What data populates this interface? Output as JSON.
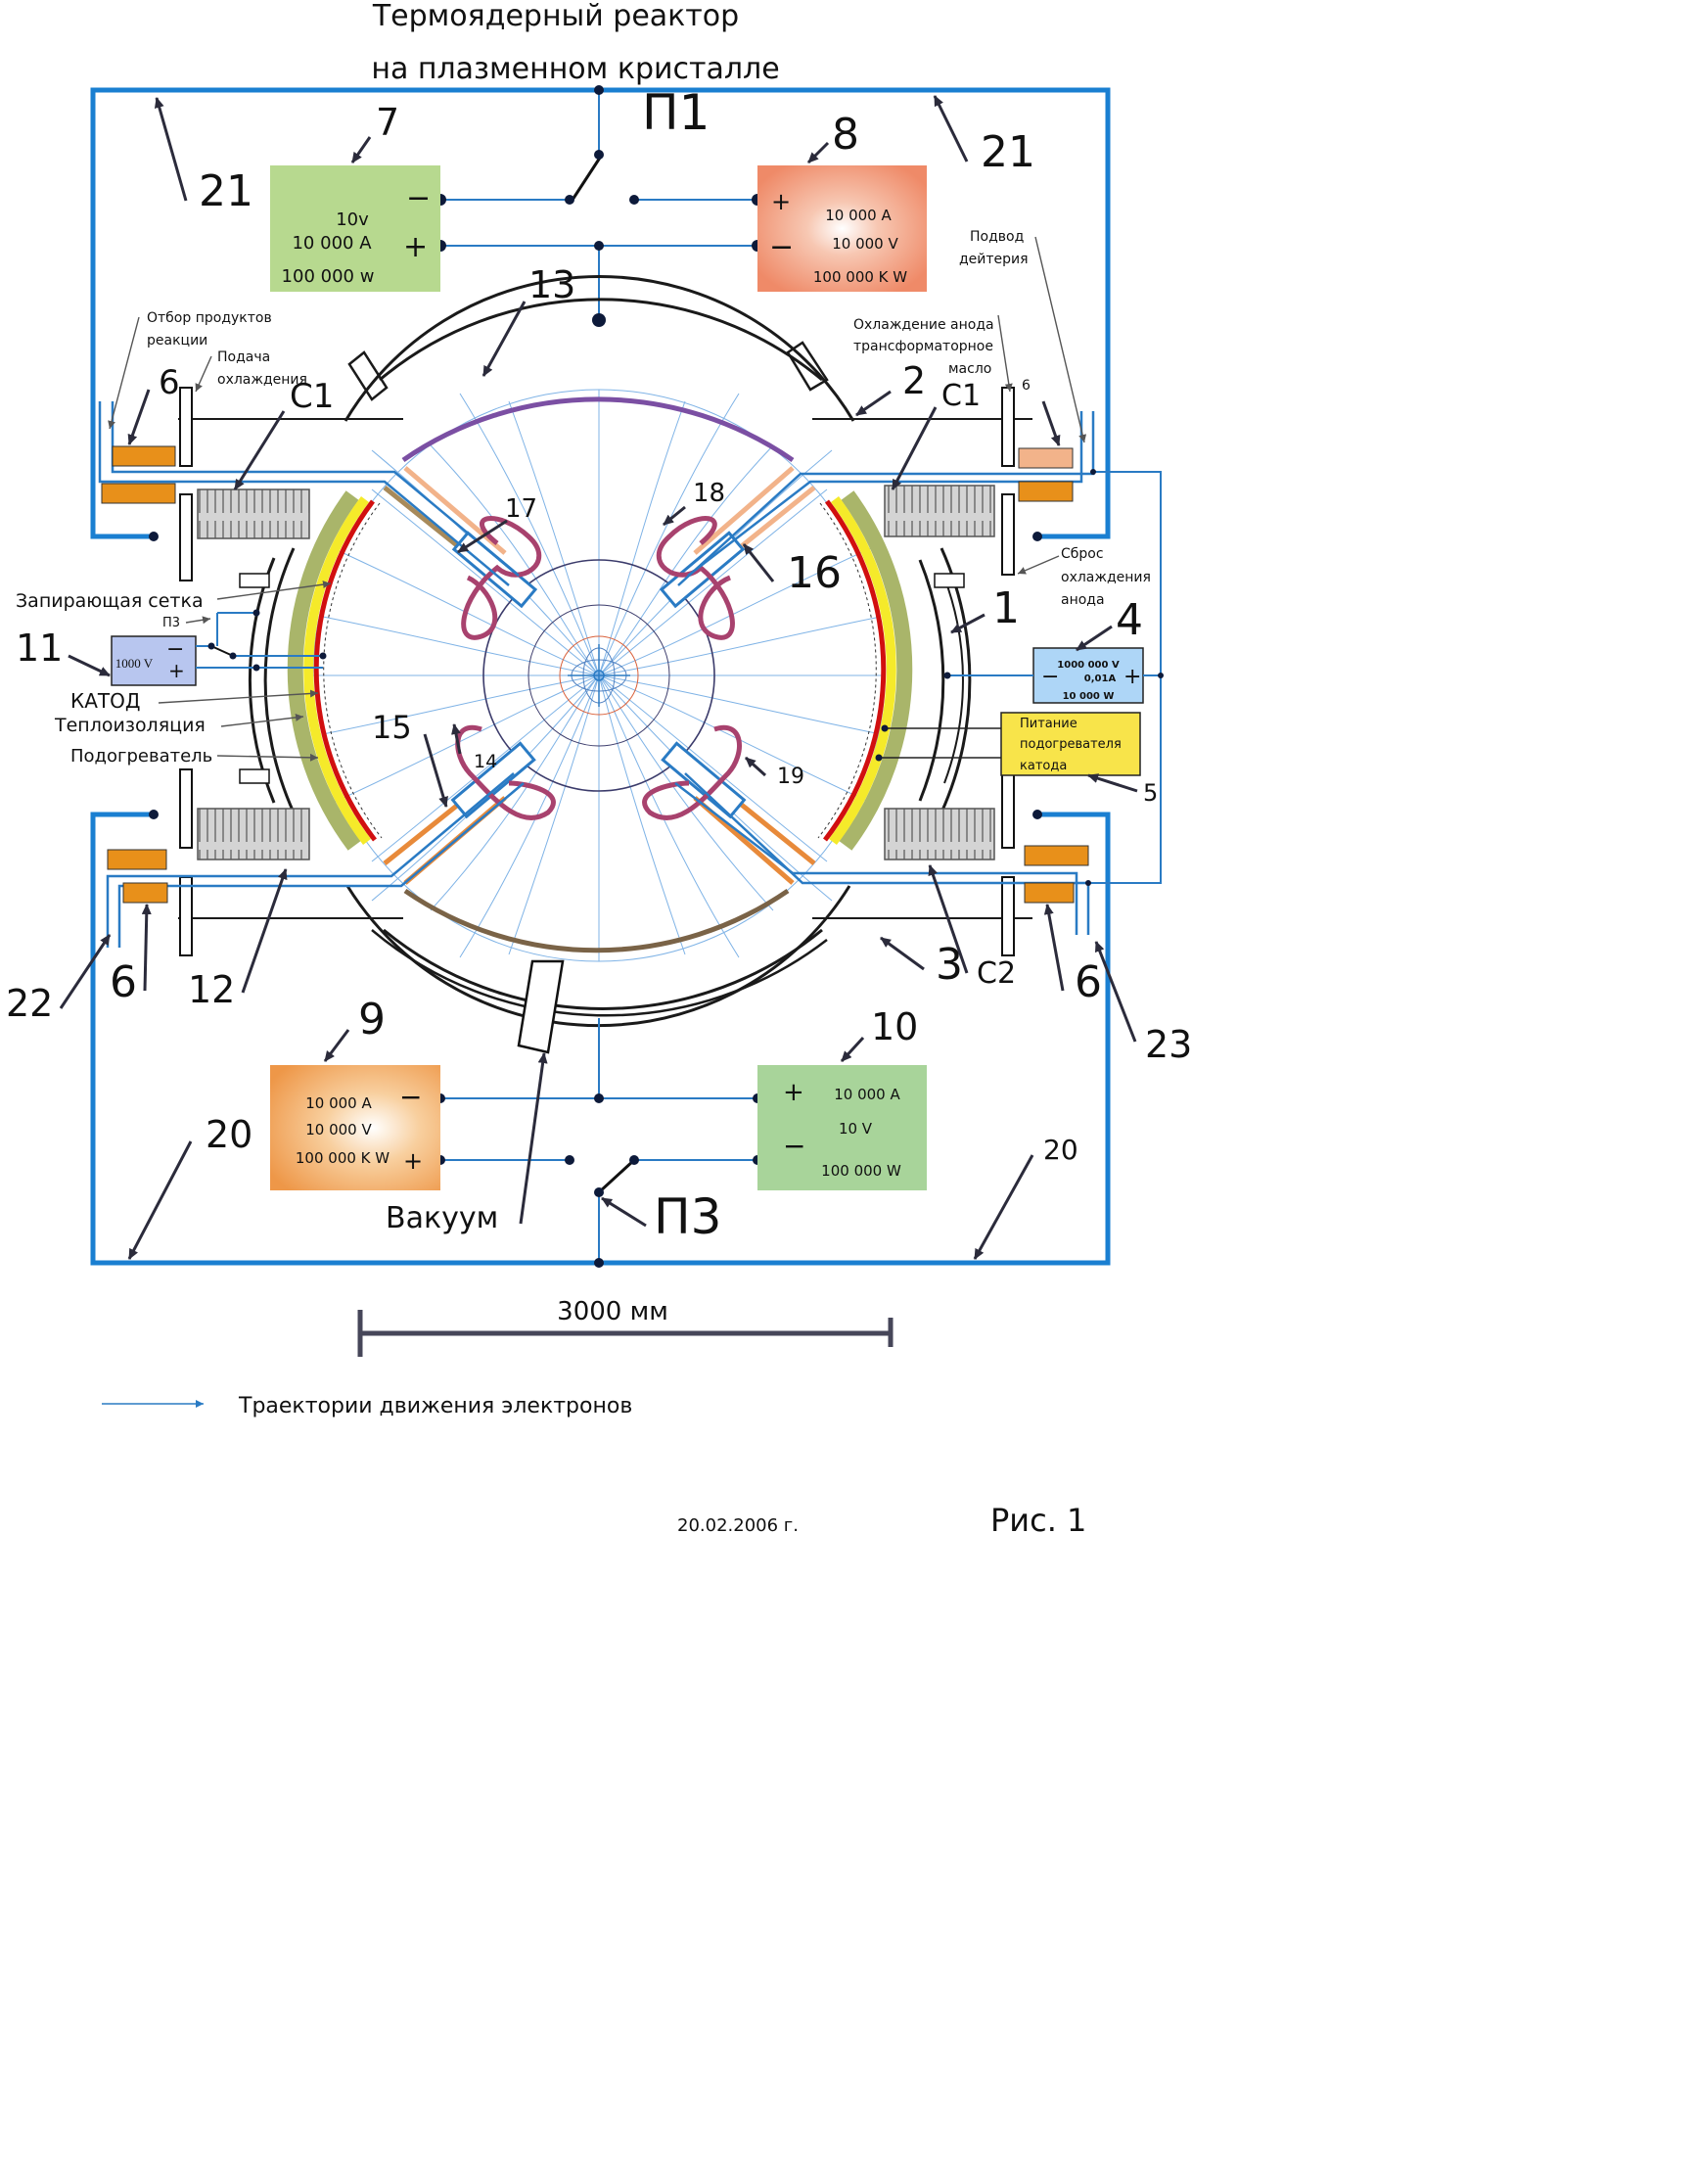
{
  "title": {
    "line1": "Термоядерный реактор",
    "line2": "на плазменном кристалле"
  },
  "switches": {
    "p1": "П1",
    "p3": "П3",
    "p3_small": "П3"
  },
  "blocks": {
    "b7": {
      "number": "7",
      "lines": [
        "10v",
        "10 000 A",
        "100 000 w"
      ],
      "minus": "−",
      "plus": "+",
      "color": "#b7d98f"
    },
    "b8": {
      "number": "8",
      "lines": [
        "10 000 A",
        "10 000 V",
        "100 000 K W"
      ],
      "plus": "+",
      "minus": "−",
      "color": "#ef8a68"
    },
    "b9": {
      "number": "9",
      "lines": [
        "10 000 A",
        "10 000 V",
        "100 000 K W"
      ],
      "minus": "−",
      "plus": "+",
      "color": "#f0a45a"
    },
    "b10": {
      "number": "10",
      "lines": [
        "10 000 A",
        "10  V",
        "100 000 W"
      ],
      "plus": "+",
      "minus": "−",
      "color": "#a8d49a"
    },
    "b4": {
      "number": "4",
      "lines": [
        "1000 000 V",
        "0,01A",
        "10 000 W"
      ],
      "minus": "−",
      "plus": "+",
      "color": "#aed6f7"
    },
    "b11": {
      "number": "11",
      "lines": [
        "1000 V"
      ],
      "minus": "−",
      "plus": "+",
      "color": "#b8c6ef"
    },
    "b5": {
      "number": "5",
      "lines": [
        "Питание",
        "подогревателя",
        "катода"
      ],
      "color": "#f8e44a"
    }
  },
  "numbers": {
    "n1": "1",
    "n2": "2",
    "n3": "3",
    "n6a": "6",
    "n6b": "6",
    "n6c": "6",
    "n6small": "6",
    "n12": "12",
    "n13": "13",
    "n14": "14",
    "n15": "15",
    "n16": "16",
    "n17": "17",
    "n18": "18",
    "n19": "19",
    "n20a": "20",
    "n20b": "20",
    "n21a": "21",
    "n21b": "21",
    "n22": "22",
    "n23": "23",
    "c1a": "C1",
    "c1b": "C1",
    "c2": "C2"
  },
  "labels": {
    "otbor_1": "Отбор продуктов",
    "otbor_2": "реакции",
    "podacha_1": "Подача",
    "podacha_2": "охлаждения",
    "ohlazhd_1": "Охлаждение анода",
    "ohlazhd_2": "трансформаторное",
    "ohlazhd_3": "масло",
    "podvod_1": "Подвод",
    "podvod_2": "дейтерия",
    "sbros_1": "Сброс",
    "sbros_2": "охлаждения",
    "sbros_3": "анода",
    "setka": "Запирающая сетка",
    "katod": "КАТОД",
    "teplo": "Теплоизоляция",
    "podogrev": "Подогреватель",
    "vakuum": "Вакуум"
  },
  "scale": {
    "label": "3000 мм"
  },
  "legend": {
    "label": "Траектории движения электронов"
  },
  "footer": {
    "date": "20.02.2006 г.",
    "figure": "Рис. 1"
  },
  "colors": {
    "frame": "#1a7fd1",
    "wire": "#2a7bc4",
    "purple_arc": "#7b4fa3",
    "brown_arc": "#7a6347",
    "cathode_red": "#d10f0f",
    "cathode_yellow": "#f5ea2a",
    "cathode_olive": "#a9b56a",
    "coil_magenta": "#a8426e",
    "peach": "#f2b38a",
    "orange": "#e88a3a"
  }
}
